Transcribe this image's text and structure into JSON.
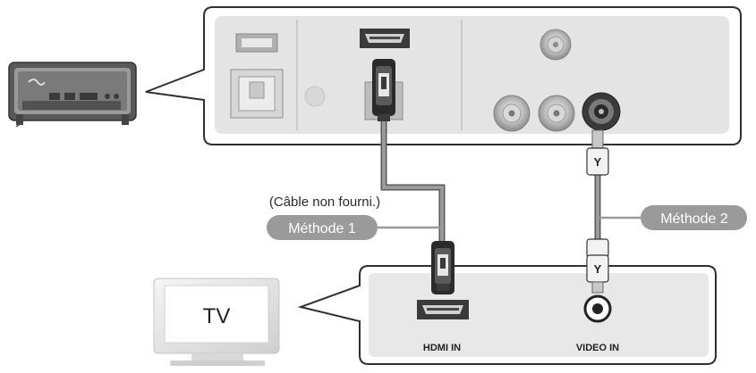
{
  "caption": "(Câble non fourni.)",
  "method1": "Méthode 1",
  "method2": "Méthode 2",
  "tv_label": "TV",
  "hdmi_in": "HDMI IN",
  "video_in": "VIDEO IN",
  "plug_letter": "Y",
  "colors": {
    "panel_bg": "#e6e6e6",
    "panel_border": "#2f2f2f",
    "badge_bg": "#9a9a9a",
    "cable": "#8c8c8c"
  }
}
